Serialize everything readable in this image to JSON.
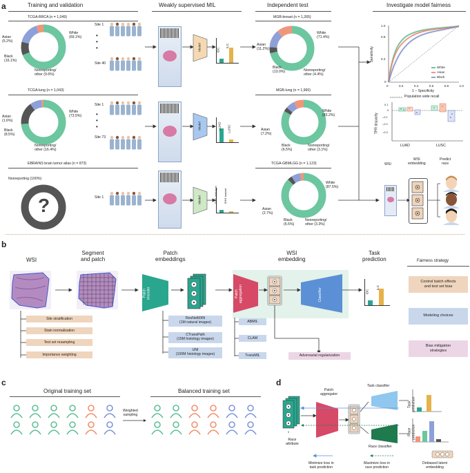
{
  "panel_a": {
    "letter": "a",
    "headers": {
      "training": "Training and validation",
      "mil": "Weakly supervised MIL",
      "independent": "Independent test",
      "fairness": "Investigate model fairness"
    },
    "rows": [
      {
        "train_title": "TCGA-BRCA (n = 1,049)",
        "train_labels": {
          "white": "White\n(69.1%)",
          "asian": "Asian\n(5.2%)",
          "black": "Black\n(16.1%)",
          "nonrep": "Nonreporting/\nother (9.6%)"
        },
        "site_first": "Site 1",
        "site_last": "Site 40",
        "model": "Model",
        "bar_labels": [
          "IDC",
          "ILC"
        ],
        "test_title": "MGB-breast (n = 1,265)",
        "test_labels": {
          "white": "White\n(71.4%)",
          "asian": "Asian\n(11.2%)",
          "black": "Black\n(13.0%)",
          "nonrep": "Nonreporting/\nother (4.4%)"
        }
      },
      {
        "train_title": "TCGA-lung (n = 1,043)",
        "train_labels": {
          "white": "White\n(73.5%)",
          "asian": "Asian\n(1.6%)",
          "black": "Black\n(8.5%)",
          "nonrep": "Nonreporting/\nother (16.4%)"
        },
        "site_first": "Site 1",
        "site_last": "Site 73",
        "model": "Model",
        "bar_labels": [
          "LUAD",
          "LUSC"
        ],
        "test_title": "MGB-lung (n = 1,960)",
        "test_labels": {
          "white": "White\n(83.2%)",
          "asian": "Asian\n(7.2%)",
          "black": "Black\n(6.5%)",
          "nonrep": "Nonreporting/\nother (3.1%)"
        }
      },
      {
        "train_title": "EBRAINS brain tumor atlas (n = 873)",
        "train_labels": {
          "nonrep": "Nonreporting (100%)"
        },
        "question": "?",
        "site_first": "Site 1",
        "model": "Model",
        "bar_labels": [
          "IDH1 wild-type",
          "IDH1 mutant"
        ],
        "test_title": "TCGA-GBMLGG (n = 1,123)",
        "test_labels": {
          "white": "White\n(87.5%)",
          "asian": "Asian\n(2.7%)",
          "black": "Black\n(6.5%)",
          "nonrep": "Nonreporting/\nother (3.3%)"
        }
      }
    ],
    "roc": {
      "ylabel": "Sensitivity",
      "xlabel": "1 – Specificity",
      "ticks": [
        "0",
        "0.2",
        "0.4",
        "0.6",
        "0.8",
        "1.0"
      ],
      "legend": [
        "White",
        "Asian",
        "Black"
      ]
    },
    "tpr": {
      "legend": "Population wide recall",
      "ylabel": "TPR disparity",
      "yticks": [
        "0.1",
        "0",
        "–0.1",
        "–0.2",
        "–0.3"
      ],
      "groups": [
        "LUAD",
        "LUSC"
      ]
    },
    "race_pred": {
      "wsi": "WSI",
      "embedding": "WSI\nembedding",
      "predict": "Predict\nrace"
    }
  },
  "panel_b": {
    "letter": "b",
    "wsi": "WSI",
    "segment": "Segment\nand patch",
    "patch_emb": "Patch\nembeddings",
    "wsi_emb": "WSI\nembedding",
    "task_pred": "Task\nprediction",
    "fairness_title": "Fairness strategy",
    "patch_encoder": "Patch\nencoder",
    "patch_aggregation": "Patch\naggregation",
    "classifier": "Classifier",
    "bar_labels": [
      "IDC",
      "ILC"
    ],
    "left_options": [
      "Site stratification",
      "Stain normalization",
      "Test set resampling",
      "Importance weighting"
    ],
    "encoders": [
      "ResNet50IN\n(1M natural images)",
      "CTransPath\n(15M histology images)",
      "UNI\n(100M histology images)"
    ],
    "aggregators": [
      "ABMIL",
      "CLAM",
      "TransMIL"
    ],
    "adversarial": "Adversarial regularization",
    "fairness": [
      "Control batch effects\nand test set bias",
      "Modeling choices",
      "Bias mitigation\nstrategies"
    ]
  },
  "panel_c": {
    "letter": "c",
    "original": "Original training set",
    "weighted": "Weighted\nsampling",
    "balanced": "Balanced training set"
  },
  "panel_d": {
    "letter": "d",
    "patch_agg": "Patch\naggregator",
    "task_cls": "Task classifier",
    "race_cls": "Race classifier",
    "race_attr": "Race\nattribute",
    "task_pred": "Task\nprediction",
    "race_pred": "Race\nprediction",
    "min_loss": "Minimize loss in\ntask prediction",
    "max_loss": "Maximize loss in\nrace prediction",
    "debiased": "Debiased latent\nembedding"
  },
  "colors": {
    "white": "#6cc6a0",
    "asian": "#f0967a",
    "black": "#8ea0d8",
    "nonrep": "#555555",
    "person_green": "#5fbf96",
    "person_orange": "#f0906c",
    "person_blue": "#7f96d8",
    "patch_encoder": "#2aa68e",
    "patch_agg": "#d64a67",
    "classifier": "#5b8fd6",
    "tan": "#efd5bd",
    "blue_box": "#c9d7ec",
    "pink_box": "#ecd6e6",
    "mint": "#e3f2ea",
    "gold": "#e6b34a"
  }
}
